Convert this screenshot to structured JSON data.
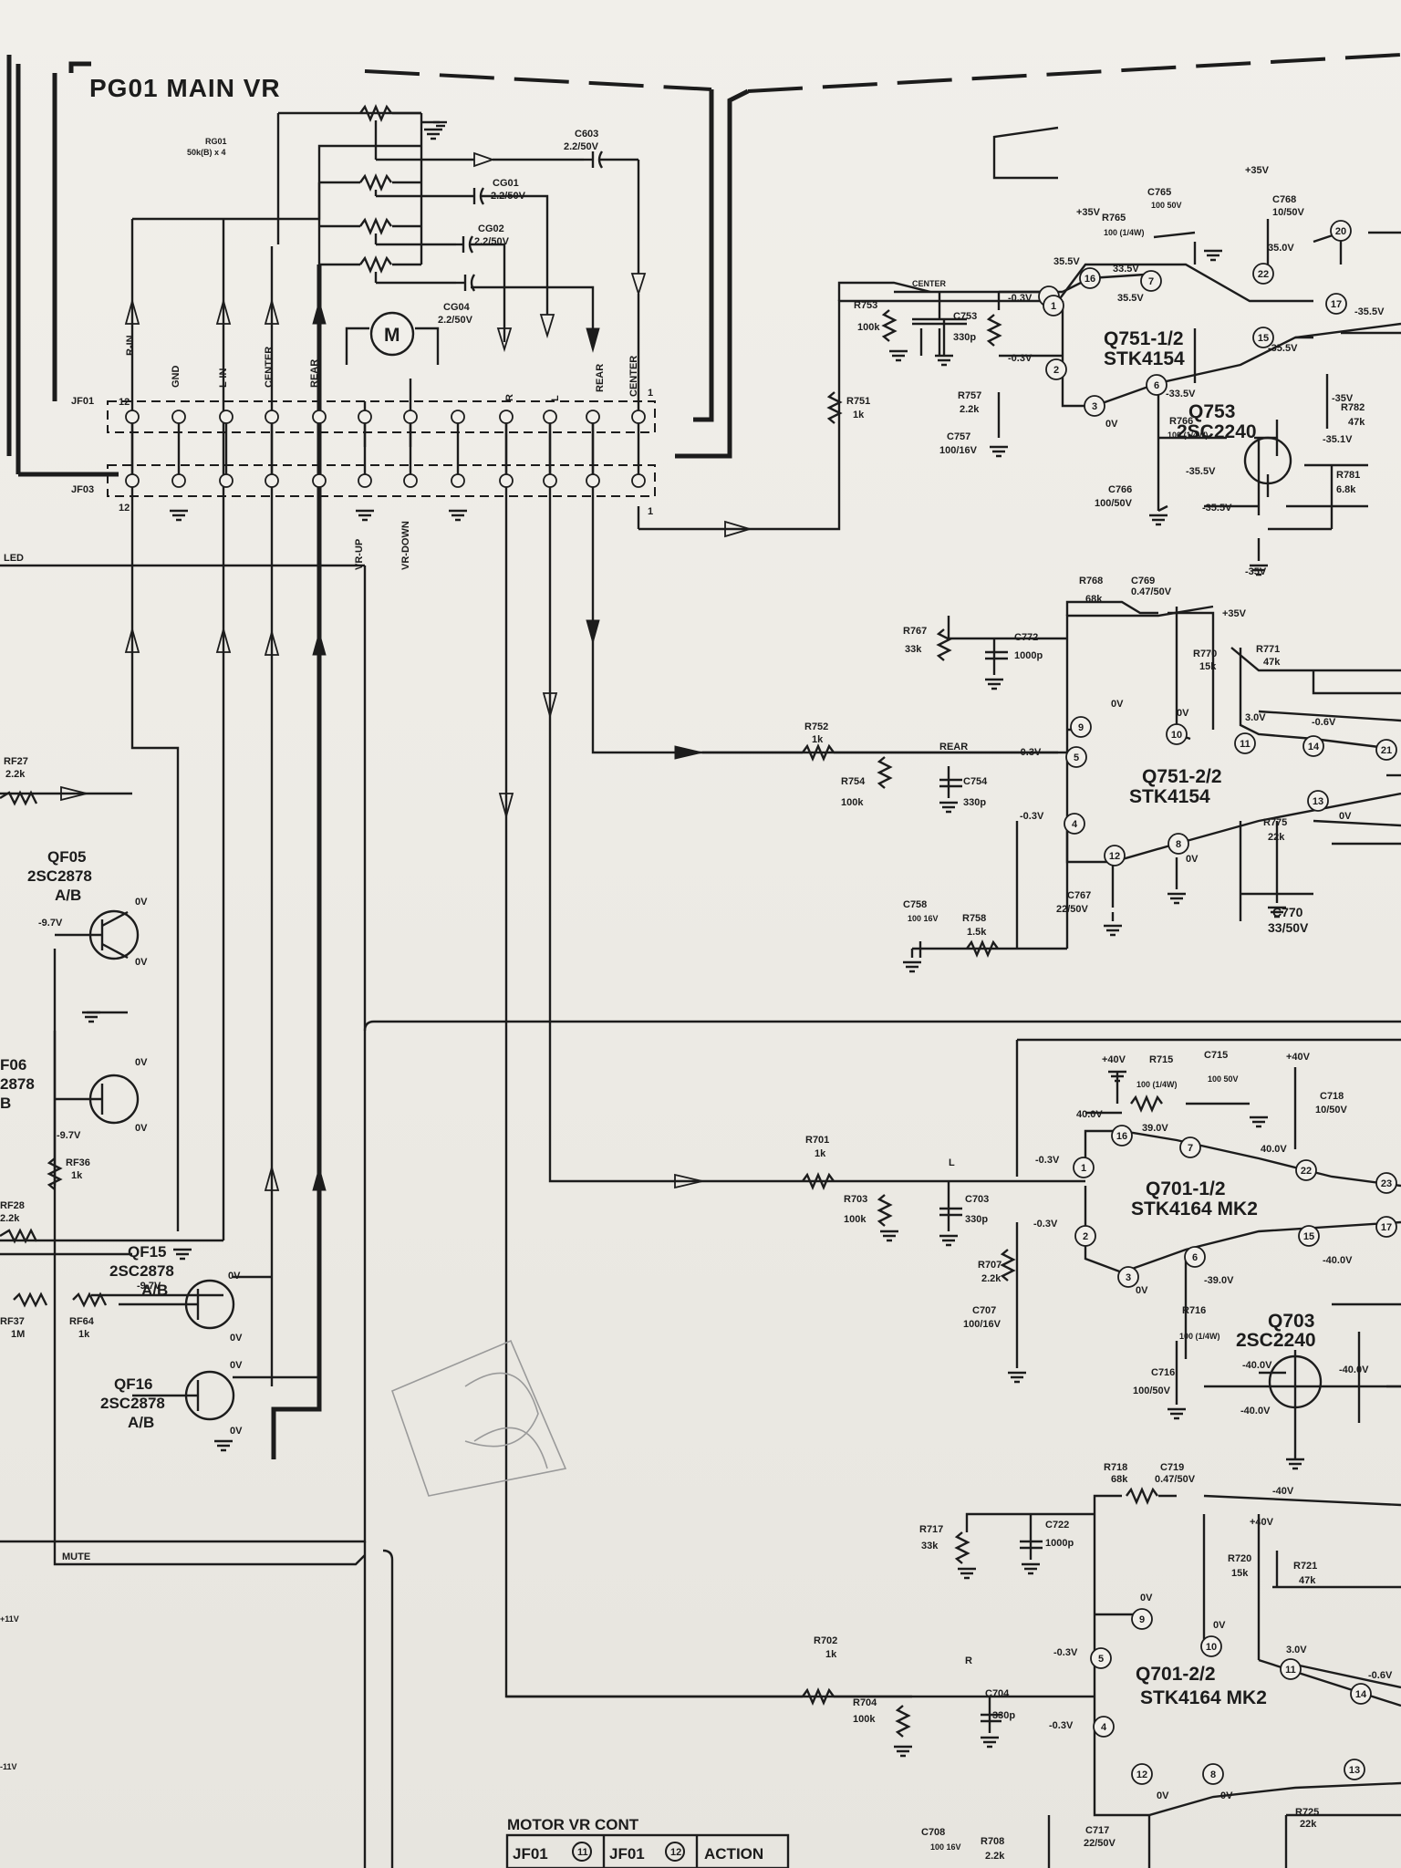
{
  "title": "PG01  MAIN VR",
  "connectors": {
    "jf01": "JF01",
    "jf03": "JF03",
    "pin_12": "12",
    "pin_1": "1",
    "top_labels": [
      "R-IN",
      "GND",
      "L-IN",
      "CENTER",
      "REAR",
      "R",
      "L",
      "REAR",
      "CENTER"
    ],
    "bottom_labels": [
      "VR-UP",
      "VR-DOWN"
    ]
  },
  "motor": "M",
  "resistor_block": {
    "ref": "RG01",
    "value": "50k(B) x 4"
  },
  "caps_vr": [
    {
      "ref": "C603",
      "value": "2.2/50V"
    },
    {
      "ref": "CG01",
      "value": "2.2/50V"
    },
    {
      "ref": "CG02",
      "value": "2.2/50V"
    },
    {
      "ref": "CG04",
      "value": "2.2/50V"
    }
  ],
  "left_signals": {
    "led": "LED",
    "mute": "MUTE",
    "v11p": "+11V",
    "v11n": "-11V"
  },
  "left_parts": {
    "rf27": {
      "ref": "RF27",
      "value": "2.2k"
    },
    "rf28": {
      "ref": "RF28",
      "value": "2.2k"
    },
    "rf36": {
      "ref": "RF36",
      "value": "1k"
    },
    "rf37": {
      "ref": "RF37",
      "value": "1M"
    },
    "rf64": {
      "ref": "RF64",
      "value": "1k"
    }
  },
  "transistors_left": [
    {
      "ref": "QF05",
      "type": "2SC2878",
      "grade": "A/B"
    },
    {
      "ref": "F06",
      "type": "2878",
      "grade": "B"
    },
    {
      "ref": "QF15",
      "type": "2SC2878",
      "grade": "A/B"
    },
    {
      "ref": "QF16",
      "type": "2SC2878",
      "grade": "A/B"
    }
  ],
  "voltages_left": {
    "neg97": "-9.7V",
    "zero": "0V"
  },
  "amps": [
    {
      "ref": "Q751-1/2",
      "type": "STK4154"
    },
    {
      "ref": "Q751-2/2",
      "type": "STK4154"
    },
    {
      "ref": "Q701-1/2",
      "type": "STK4164 MK2"
    },
    {
      "ref": "Q701-2/2",
      "type": "STK4164 MK2"
    }
  ],
  "driver_transistors": [
    {
      "ref": "Q753",
      "type": "2SC2240"
    },
    {
      "ref": "Q703",
      "type": "2SC2240"
    }
  ],
  "nets": {
    "center": "CENTER",
    "rear": "REAR",
    "l": "L",
    "r": "R"
  },
  "amp_parts_top": {
    "r753": {
      "ref": "R753",
      "value": "100k"
    },
    "c753": {
      "ref": "C753",
      "value": "330p"
    },
    "r751": {
      "ref": "R751",
      "value": "1k"
    },
    "r757": {
      "ref": "R757",
      "value": "2.2k"
    },
    "c757": {
      "ref": "C757",
      "value": "100/16V"
    },
    "r765": {
      "ref": "R765",
      "value": "100 (1/4W)"
    },
    "c765": {
      "ref": "C765",
      "value": "100 50V"
    },
    "c768": {
      "ref": "C768",
      "value": "10/50V"
    },
    "r766": {
      "ref": "R766",
      "value": "100 (1/4W)"
    },
    "c766": {
      "ref": "C766",
      "value": "100/50V"
    },
    "r782": {
      "ref": "R782",
      "value": "47k"
    },
    "r781": {
      "ref": "R781",
      "value": "6.8k"
    },
    "r768": {
      "ref": "R768",
      "value": "68k"
    },
    "c769": {
      "ref": "C769",
      "value": "0.47/50V"
    },
    "r767": {
      "ref": "R767",
      "value": "33k"
    },
    "c772": {
      "ref": "C772",
      "value": "1000p"
    },
    "r770": {
      "ref": "R770",
      "value": "15k"
    },
    "r771": {
      "ref": "R771",
      "value": "47k"
    },
    "r752": {
      "ref": "R752",
      "value": "1k"
    },
    "r754": {
      "ref": "R754",
      "value": "100k"
    },
    "c754": {
      "ref": "C754",
      "value": "330p"
    },
    "r775": {
      "ref": "R775",
      "value": "22k"
    },
    "c767": {
      "ref": "C767",
      "value": "22/50V"
    },
    "c770": {
      "ref": "C770",
      "value": "33/50V"
    },
    "c758": {
      "ref": "C758",
      "value": "100 16V"
    },
    "r758": {
      "ref": "R758",
      "value": "1.5k"
    }
  },
  "amp_parts_bottom": {
    "r715": {
      "ref": "R715",
      "value": "100 (1/4W)"
    },
    "c715": {
      "ref": "C715",
      "value": "100 50V"
    },
    "c718": {
      "ref": "C718",
      "value": "10/50V"
    },
    "r701": {
      "ref": "R701",
      "value": "1k"
    },
    "r703": {
      "ref": "R703",
      "value": "100k"
    },
    "c703": {
      "ref": "C703",
      "value": "330p"
    },
    "r707": {
      "ref": "R707",
      "value": "2.2k"
    },
    "c707": {
      "ref": "C707",
      "value": "100/16V"
    },
    "r716": {
      "ref": "R716",
      "value": "100 (1/4W)"
    },
    "c716": {
      "ref": "C716",
      "value": "100/50V"
    },
    "r718": {
      "ref": "R718",
      "value": "68k"
    },
    "c719": {
      "ref": "C719",
      "value": "0.47/50V"
    },
    "r717": {
      "ref": "R717",
      "value": "33k"
    },
    "c722": {
      "ref": "C722",
      "value": "1000p"
    },
    "r720": {
      "ref": "R720",
      "value": "15k"
    },
    "r721": {
      "ref": "R721",
      "value": "47k"
    },
    "r702": {
      "ref": "R702",
      "value": "1k"
    },
    "r704": {
      "ref": "R704",
      "value": "100k"
    },
    "c704": {
      "ref": "C704",
      "value": "330p"
    },
    "r725": {
      "ref": "R725",
      "value": "22k"
    },
    "c717": {
      "ref": "C717",
      "value": "22/50V"
    },
    "c708": {
      "ref": "C708",
      "value": "100 16V"
    },
    "r708": {
      "ref": "R708",
      "value": "2.2k"
    }
  },
  "voltages": {
    "p35": "+35V",
    "n35": "-35V",
    "v355": "35.5V",
    "v335": "33.5V",
    "v350": "35.0V",
    "nv355": "-35.5V",
    "nv335": "-33.5V",
    "nv351": "-35.1V",
    "nv03": "-0.3V",
    "zero": "0V",
    "v30": "3.0V",
    "nv06": "-0.6V",
    "p40": "+40V",
    "n40": "-40V",
    "v400": "40.0V",
    "v390": "39.0V",
    "nv400": "-40.0V",
    "nv390": "-39.0V"
  },
  "footer": {
    "title": "MOTOR VR CONT",
    "cols": [
      "JF01",
      "11",
      "JF01",
      "12",
      "ACTION"
    ]
  },
  "colors": {
    "ink": "#1c1c1c",
    "paper": "#f1efea",
    "shadow": "#d8d6d2"
  }
}
